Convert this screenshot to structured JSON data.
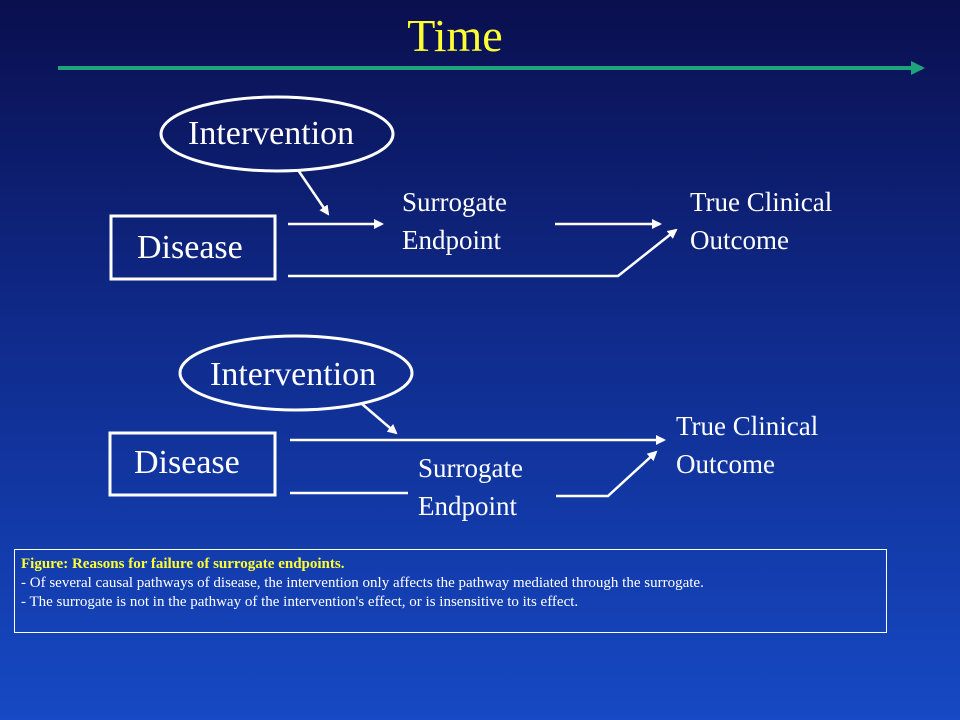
{
  "title": "Time",
  "colors": {
    "accent_yellow": "#ffff33",
    "arrow_green": "#1fa37a",
    "line_white": "#ffffff"
  },
  "diagram_top": {
    "intervention": "Intervention",
    "disease": "Disease",
    "surrogate_line1": "Surrogate",
    "surrogate_line2": "Endpoint",
    "outcome_line1": "True Clinical",
    "outcome_line2": "Outcome"
  },
  "diagram_bottom": {
    "intervention": "Intervention",
    "disease": "Disease",
    "surrogate_line1": "Surrogate",
    "surrogate_line2": "Endpoint",
    "outcome_line1": "True Clinical",
    "outcome_line2": "Outcome"
  },
  "caption": {
    "heading": "Figure:  Reasons for failure of surrogate endpoints.",
    "line1": "- Of several causal pathways of disease, the intervention only affects the pathway mediated through the surrogate.",
    "line2": "- The surrogate is not in the pathway of the intervention's effect, or is insensitive to its effect."
  }
}
